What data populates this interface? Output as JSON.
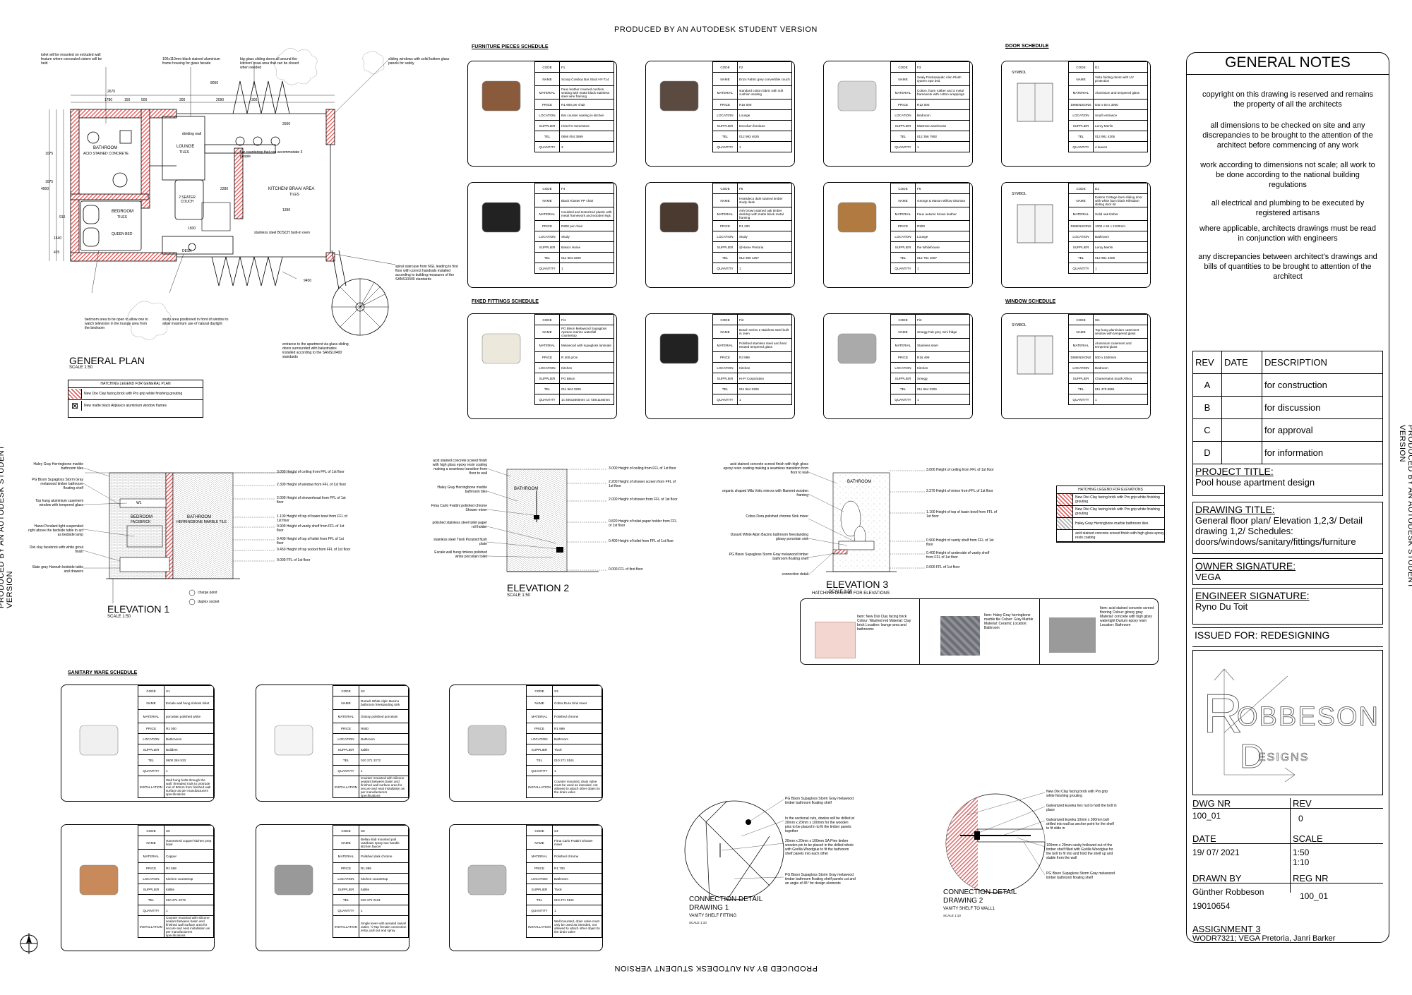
{
  "watermark": "PRODUCED BY AN AUTODESK STUDENT VERSION",
  "schedules": {
    "furniture_title": "FURNITURE PIECES SCHEDULE",
    "door_title": "DOOR SCHEDULE",
    "fixed_title": "FIXED FITTINGS SCHEDULE",
    "window_title": "WINDOW SCHEDULE",
    "sanitary_title": "SANITARY WARE SCHEDULE"
  },
  "cards": [
    {
      "code": "F1",
      "name": "Scoop Cowboy Bar Stool HY-714",
      "material": "Faux leather covered cushion seating with matte black stainless steel wire framing",
      "price": "R1 900 per chair",
      "location": "Bar counter seating in kitchen",
      "supplier": "Hirsch's Homestore",
      "tel": "0866 054 3589",
      "qty": "3"
    },
    {
      "code": "F2",
      "name": "Enzo Fabric grey convertible couch",
      "material": "standard cotton fabric with soft cushion seating",
      "price": "R16 000",
      "location": "Lounge",
      "supplier": "Decofurn furniture",
      "tel": "012 993 4625",
      "qty": "1"
    },
    {
      "code": "F3",
      "name": "Sealy Posturepedic Alon Plush Queen epw bed",
      "material": "Cotton, foam rubber and a metal framework with cotton wrappings",
      "price": "R12 000",
      "location": "Bedroom",
      "supplier": "Mattress warehouse",
      "tel": "012 356 7892",
      "qty": "1"
    },
    {
      "code": "D1",
      "name": "Vista folding doors with UV protection",
      "material": "Aluminium and tempered glass",
      "dimensions": "842 x 50 x 3000",
      "location": "South entrance",
      "supplier": "Leroy Merlin",
      "tel": "012 981 4306",
      "qty": "4 leaves"
    },
    {
      "code": "F4",
      "name": "Black Kloster PP chair",
      "material": "moulded and texturized plastic with metal framework and wooden legs",
      "price": "R800 per chair",
      "location": "Study",
      "supplier": "Basics Home",
      "tel": "011 564 3209",
      "qty": "1"
    },
    {
      "code": "F5",
      "name": "Heartdeco dark stained timber study desk",
      "material": "Ash brown stained oak timber desktop with matte black metal framing",
      "price": "R1 200",
      "location": "Study",
      "supplier": "@Home Pretoria",
      "tel": "012 309 1287",
      "qty": "1"
    },
    {
      "code": "F6",
      "name": "George & Mason Willow Ottoman",
      "material": "Faux autumn brown leather",
      "price": "R900",
      "location": "Lounge",
      "supplier": "the Whitehouse",
      "tel": "012 784 1087",
      "qty": "1"
    },
    {
      "code": "D2",
      "name": "Easton Cottage barn sliding door with white barn black Hillsidam sliding door kit",
      "material": "Solid oak timber",
      "dimensions": "1000 x 50 x 2100mm",
      "location": "Bathroom",
      "supplier": "Leroy Merlin",
      "tel": "012 981 4306",
      "qty": "1"
    },
    {
      "code": "Fi1",
      "name": "PG Bison Melawood Supagloss Apzano marine waterfall countertop",
      "material": "Melawood with supagloss laminate",
      "price": "R 400 p/cm",
      "location": "Kitchen",
      "supplier": "PG Bison",
      "tel": "011 564 3209",
      "qty": "1x 400x2500mm 1x 730x1160mm"
    },
    {
      "code": "Fi2",
      "name": "Bosch series 2 stainless steel built in oven",
      "material": "Polished stainless steel and heat treated tempered glass",
      "price": "R3 999",
      "location": "Kitchen",
      "supplier": "Hi-Fi Corporation",
      "tel": "011 564 3209",
      "qty": "1"
    },
    {
      "code": "Fi3",
      "name": "Smegg Fab grey mini fridge",
      "material": "Stainless steel",
      "price": "R16 499",
      "location": "Kitchen",
      "supplier": "Smegg",
      "tel": "011 564 3209",
      "qty": "1"
    },
    {
      "code": "W1",
      "name": "Top hung aluminium casement window with tempered glass",
      "material": "Aluminium casement and tempered glass",
      "dimensions": "500 x 1500mm",
      "location": "Bedroom",
      "supplier": "Chamertains South Africa",
      "tel": "011 479 9961",
      "qty": "1"
    },
    {
      "code": "S1",
      "name": "Escale wall hung rimless toilet",
      "material": "porcelain polished white",
      "price": "R2 000",
      "location": "Bathrooms",
      "supplier": "Builders",
      "tel": "0800 284 533",
      "qty": "1",
      "installation": "Wall hung bolts through the wall. threaded rods to protrude min of 80mm from finished wall surface as per manufacturers specifications"
    },
    {
      "code": "S2",
      "name": "Duravit White Alpin Bacino bathroom freestanding sink",
      "material": "Glossy polished porcelain",
      "price": "R600",
      "location": "Bathroom",
      "supplier": "Italtile",
      "tel": "010 271 2272",
      "qty": "1",
      "installation": "Counter mounted with silicone sealant between basin and finished wall surface area for secure and neat installation as per manufacturers specifications"
    },
    {
      "code": "S3",
      "name": "Cobra Dura Sink mixer",
      "material": "Polished chrome",
      "price": "R1 999",
      "location": "Bathroom",
      "supplier": "Tivoli",
      "tel": "010 271 0161",
      "qty": "1",
      "installation": "Counter mounted, drain valve must be used as intended, not allowed to attach other object to the drain valve"
    },
    {
      "code": "S5",
      "name": "Hammered copper kitchen prep bowl",
      "material": "Copper",
      "price": "R2 599",
      "location": "Kitchen countertop",
      "supplier": "Italtile",
      "tel": "010 271 2272",
      "qty": "1",
      "installation": "Counter mounted with silicone sealant between basin and finished wall surface area for secure and neat installation as per manufacturers specifications"
    },
    {
      "code": "S6",
      "name": "Bellau slab mounted pull out/down spray two handle kitchen faucet",
      "material": "Polished dark chrome",
      "price": "R1 899",
      "location": "Kitchen countertop",
      "supplier": "Italtile",
      "tel": "010 271 0161",
      "qty": "1",
      "installation": "Single lever with aerated swivel outlet, ½'Tap female connection entry, pull out and spray"
    },
    {
      "code": "S4",
      "name": "Fima Carlo Frattini Shower mixer",
      "material": "Polished chrome",
      "price": "R1 700",
      "location": "Bathroom",
      "supplier": "Tivoli",
      "tel": "010 271 0161",
      "qty": "1",
      "installation": "Wall mounted, drain valve must only be used as intended, not allowed to attach other object to the drain valve"
    }
  ],
  "fields": {
    "code": "CODE",
    "name": "NAME",
    "material": "MATERIAL",
    "price": "PRICE",
    "dimensions": "DIMENSIONS",
    "location": "LOCATION",
    "supplier": "SUPPLIER",
    "tel": "TEL",
    "qty": "QUANTITY",
    "installation": "INSTALLATION",
    "symbol": "SYMBOL"
  },
  "plan": {
    "title": "GENERAL PLAN",
    "scale": "SCALE 1:50",
    "rooms": {
      "bathroom": "BATHROOM",
      "bathroom_sub": "ACID STAINED CONCRETE",
      "lounge": "LOUNGE",
      "lounge_sub": "TILES",
      "kitchen": "KITCHEN/ BRAAI AREA",
      "kitchen_sub": "TILES",
      "bedroom": "BEDROOM",
      "bedroom_sub": "TILES",
      "desk": "DESK",
      "couch": "2 SEATER COUCH",
      "bed": "QUEEN BED",
      "dividing": "dividing wall"
    },
    "dims": [
      "2670",
      "1780",
      "150",
      "500",
      "300",
      "2090",
      "8050",
      "300",
      "2500",
      "1075",
      "1075",
      "4900",
      "910",
      "1540",
      "1500",
      "1390",
      "2280",
      "9450",
      "425"
    ],
    "notes": [
      "toilet will be mounted on extruded wall feature where concealed cistern will be held",
      "100x110mm black stained aluminium frame housing for glass facade",
      "big glass sliding doors all around the kitchen/ braai area that can be closed when needed",
      "sliding windows with solid bottom glass panels for safety",
      "bar countertop that can accommodate 3 people",
      "stainless steel BOSCH built-in oven",
      "spiral staircase from NGL leading to first floor with correct handrails installed according to building measures of the SANS10400 standards",
      "bedroom area to be open to allow one to watch television in the lounge area from the bedroom",
      "study area positioned in front of window to allow maximum use of natural daylight",
      "entrance to the apartment via glass sliding doors surrounded with balustrades installed according to the SANS10400 standards"
    ],
    "legend_title": "HATCHING LEGEND FOR GENERAL PLAN",
    "legend": [
      "New Dixi Clay facing brick with Pro grip white finishing grouting",
      "New matte black Aliplasco aluminium window frames"
    ]
  },
  "elev1": {
    "title": "ELEVATION 1",
    "scale": "SCALE 1:50",
    "bedroom": "BEDROOM",
    "facebrick": "FACEBRICK",
    "bathroom": "BATHROOM",
    "marble": "HERRINGBONE MARBLE TILE",
    "w1": "W1",
    "left": [
      "Haley Gray Herringbone marble bathroom tiles",
      "PG Bison Supagloss Storm Gray melawood timber bathroom floating shelf",
      "Top hung aluminium casement window with tempered glass",
      "Hanoi Pendant light suspended right above the bedside table to act as bedside lamp",
      "Dixi clay facebrick with white grout finish",
      "Slate gray Hannah bedside table and drawers"
    ],
    "right": [
      "3.000 Height of ceiling from FFL of 1st floor",
      "2.300 Height of window from FFL of 1st floor",
      "2.000 Height of showerhead from FFL of 1st floor",
      "1.100 Height of top of basin bowl from FFL of 1st floor",
      "0.900 Height of vanity shelf from FFL of 1st floor",
      "0.400 Height of top of toilet from FFL of 1st floor",
      "0.450 Height of top socket from FFL of 1st floor",
      "0.000 FFL of 1st floor"
    ],
    "sockets": [
      "charge point",
      "duplex socket"
    ]
  },
  "elev2": {
    "title": "ELEVATION 2",
    "scale": "SCALE 1:50",
    "bathroom": "BATHROOM",
    "left": [
      "acid stained concrete screed finish with high gloss epoxy resin coating making a seamless transition from floor to wall",
      "Haley Gray Herringbone marble bathroom tiles",
      "Fima Carlo Frattini polished chrome Shower mixer",
      "polished stainless steel toilet paper roll holder",
      "stainless steel Tivoli Pyramid flush plate",
      "Escale wall hung rimless polished white porcelain toilet"
    ],
    "right": [
      "3.000 Height of ceiling from FFL of 1st floor",
      "2.200 Height of shower screen from FFL of 1st floor",
      "2.000 Height of shower from FFL of 1st floor",
      "0.820 Height of toilet paper holder from FFL of 1st floor",
      "0.400 Height of toilet from FFL of 1st floor",
      "0.000 FFL of first floor"
    ]
  },
  "elev3": {
    "title": "ELEVATION 3",
    "scale": "SCALE 1:50",
    "bathroom": "BATHROOM",
    "left": [
      "acid stained concrete screed finish with high gloss epoxy resin coating making a seamless transition from floor to wall",
      "organic shaped Mila Votic mirrors with filament wooden framing",
      "Cobra Dura polished chrome Sink mixer",
      "Duravit White Alpin Bacino bathroom freestanding glossy porcelain sink",
      "PG Bison Supagloss Storm Gray melawood timber bathroom floating shelf",
      "connection detail"
    ],
    "right": [
      "3.000 Height of ceiling from FFL of 1st floor",
      "2.370 Height of mirror from FFL of 1st floor",
      "1.100 Height of top of basin bowl from FFL of 1st floor",
      "0.900 Height of vanity shelf from FFL of 1st floor",
      "0.400 Height of underside of vanity shelf from FFL of 1st floor",
      "0.000 FFL of 1st floor"
    ]
  },
  "elev_legend": {
    "title": "HATCHING LEGEND FOR ELEVATIONS",
    "rows": [
      "New Dixi Clay facing brick with Pro grip white finishing grouting",
      "New Dixi Clay facing brick with Pro grip white finishing grouting",
      "Haley Gray Herringbone marble bathroom tiles",
      "acid stained concrete screed finish with high gloss epoxy resin coating"
    ]
  },
  "elev_legend2": {
    "title": "HATCHING LEGEND FOR ELEVATIONS",
    "items": [
      {
        "t": "Item: New Dixi Clay facing brick Colour: Washed red Material: Clay brick Location: lounge area and bathrooms"
      },
      {
        "t": "Item: Haley Gray herringbone marble tile Colour: Gray Marble Material: Ceramic Location: Bathroom"
      },
      {
        "t": "Item: acid stained concrete screed flooring Colour: glossy gray Material: concrete with high gloss watertight Durium epoxy resin Location: Bathroom"
      }
    ]
  },
  "conn1": {
    "title": "CONNECTION DETAIL DRAWING 1",
    "sub": "VANITY SHELF FITTING",
    "scale": "SCALE 1:10",
    "notes": [
      "PG Bison Supagloss Storm Gray melawood timber bathroom floating shelf",
      "In the sectional cuts, dowles will be drilled at 20mm x 20mm x 100mm for the wooden pins to be placed in to fit the timber panels together",
      "20mm x 20mm x 100mm SA Pine timber wooden pin to be placed in the drilled whole with Gorilla Woodglue to fit the bathroom shelf panels into each other",
      "PG Bison Supagloss Storm Gray melawood timber bathroom floating shelf panels cut and an angle of 45° for design elements"
    ]
  },
  "conn2": {
    "title": "CONNECTION DETAIL DRAWING 2",
    "sub": "VANITY SHELF TO WALL1",
    "scale": "SCALE 1:10",
    "notes": [
      "New Dixi Clay facing brick with Pro grip white finishing grouting",
      "Galvanized Eureka hex nut to hold the bolt in place",
      "Galvanized Eureka 10mm x 300mm bolt drilled into wall as anchor point for the shelf to fit slide in",
      "100mm x 20mm cavity hollowed out of the timber shelf filled with Gorilla Woodglue for the bolt to fit into and hold the shelf up and stable from the wall",
      "PG Bison Supagloss Storm Gray melawood timber bathroom floating shelf"
    ]
  },
  "general": {
    "title": "GENERAL NOTES",
    "notes": [
      "copyright on this drawing is reserved and remains the property of all the architects",
      "all dimensions to be checked on site and any discrepancies to be brought to the attention of the architect before commencing of any work",
      "work according to dimensions not scale; all work to  be done according to the national building regulations",
      "all electrical and plumbing to be executed by registered artisans",
      "where applicable, architects  drawings must be read in  conjunction with engineers",
      "any discrepancies between architect's drawings and bills of quantities to be brought to attention of the architect"
    ],
    "rev_head": [
      "REV",
      "DATE",
      "DESCRIPTION"
    ],
    "revs": [
      {
        "r": "A",
        "d": "for construction"
      },
      {
        "r": "B",
        "d": "for discussion"
      },
      {
        "r": "C",
        "d": "for approval"
      },
      {
        "r": "D",
        "d": "for information"
      }
    ],
    "project_h": "PROJECT TITLE:",
    "project": "Pool house apartment design",
    "drawing_h": "DRAWING TITLE:",
    "drawing": "General floor plan/ Elevation 1,2,3/ Detail drawing 1,2/ Schedules: doors/windows/sanitary/fittings/furniture",
    "owner_h": "OWNER SIGNATURE:",
    "owner": "VEGA",
    "engineer_h": "ENGINEER SIGNATURE:",
    "engineer": "Ryno Du Toit",
    "issued": "ISSUED FOR: REDESIGNING",
    "logo_main": "OBBESON",
    "logo_r": "R",
    "logo_sub": "ESIGNS",
    "logo_d": "D",
    "dwg_h": "DWG NR",
    "dwg": "100_01",
    "rev_h": "REV",
    "rev": "0",
    "date_h": "DATE",
    "date": "19/ 07/ 2021",
    "scale_h": "SCALE",
    "scale1": "1:50",
    "scale2": "1:10",
    "drawn_h": "DRAWN BY",
    "drawn": "Günther Robbeson",
    "student": "19010654",
    "reg_h": "REG NR",
    "reg": "100_01",
    "assign_h": "ASSIGNMENT 3",
    "assign": "WODR7321; VEGA Pretoria, Janri Barker"
  },
  "colors": {
    "hatch": "#e06060",
    "brick": "#f2d6cf",
    "marble": "#7d7f86",
    "concrete": "#9a9a9a"
  }
}
